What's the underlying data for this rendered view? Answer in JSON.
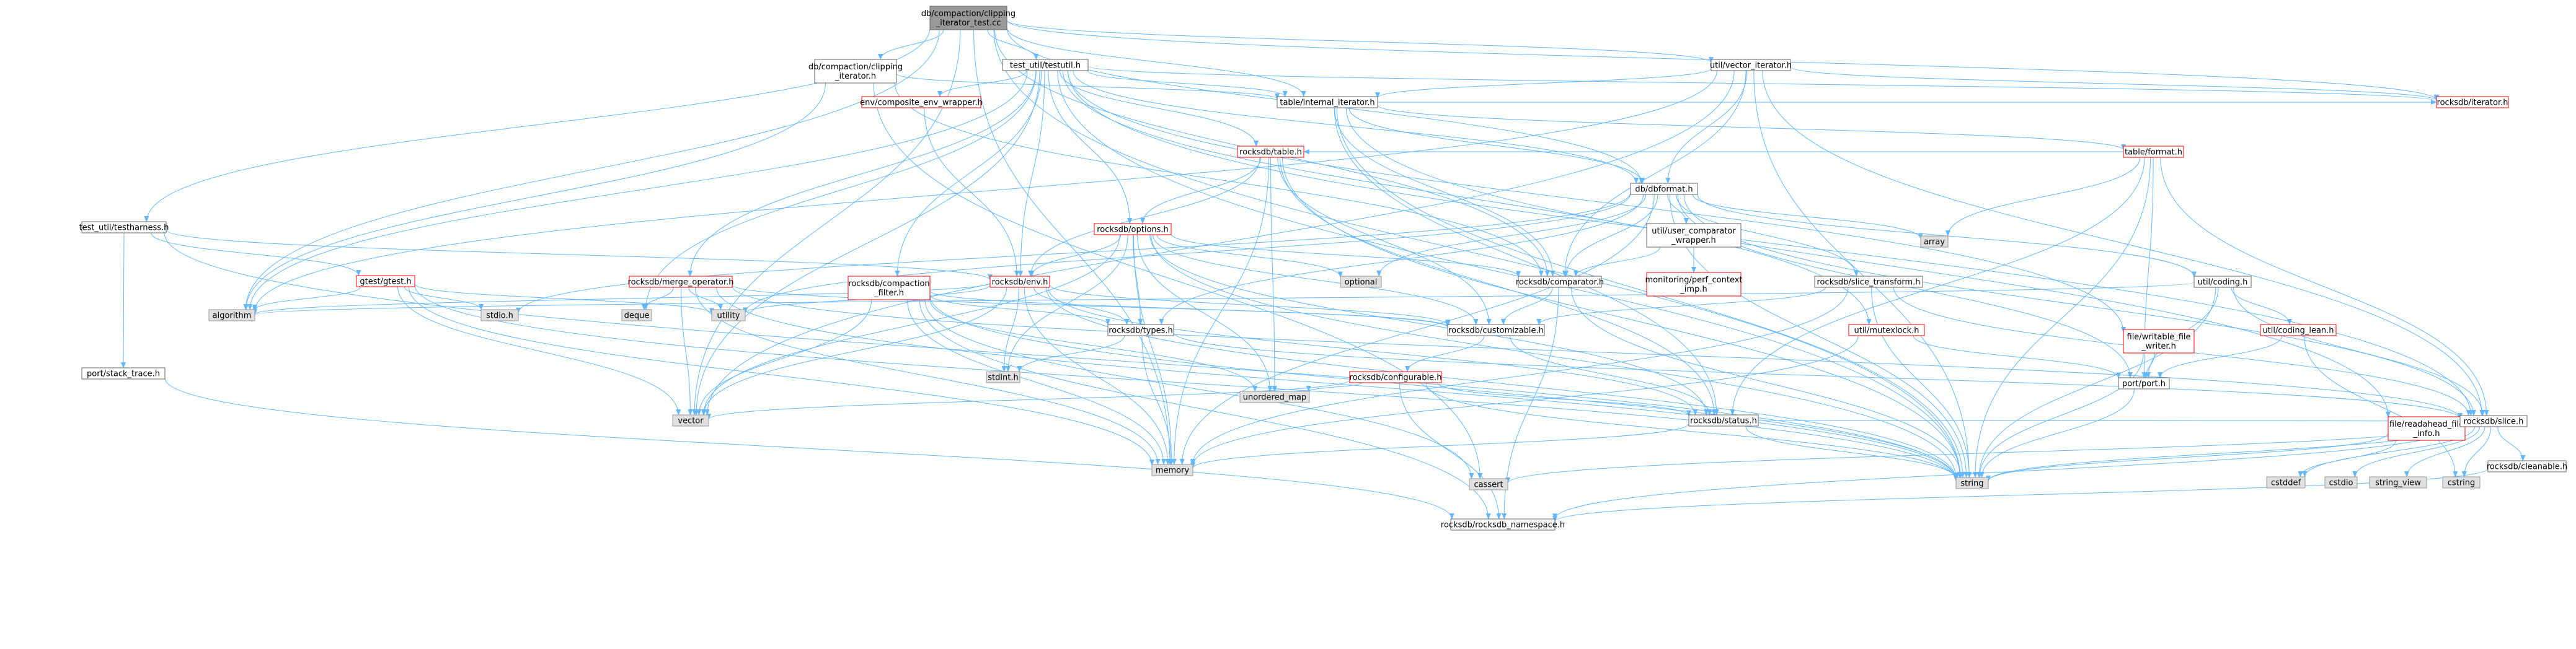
{
  "colors": {
    "edge": "#63B8FF",
    "root_fill": "#999999",
    "root_border": "#666666",
    "normal_fill": "#ffffff",
    "normal_border": "#666666",
    "truncated_border": "#ff0000",
    "system_fill": "#e0e0e0",
    "system_border": "#999999"
  },
  "nodes": [
    {
      "id": "root",
      "label": "db/compaction/clipping\n_iterator_test.cc",
      "kind": "root"
    },
    {
      "id": "clip_iter",
      "label": "db/compaction/clipping\n_iterator.h",
      "kind": "normal"
    },
    {
      "id": "testutil",
      "label": "test_util/testutil.h",
      "kind": "normal"
    },
    {
      "id": "vector_iterator",
      "label": "util/vector_iterator.h",
      "kind": "normal"
    },
    {
      "id": "testharness",
      "label": "test_util/testharness.h",
      "kind": "normal"
    },
    {
      "id": "comp_env",
      "label": "env/composite_env_wrapper.h",
      "kind": "truncated"
    },
    {
      "id": "internal_iter",
      "label": "table/internal_iterator.h",
      "kind": "normal"
    },
    {
      "id": "rdb_iterator",
      "label": "rocksdb/iterator.h",
      "kind": "truncated"
    },
    {
      "id": "table_format",
      "label": "table/format.h",
      "kind": "truncated"
    },
    {
      "id": "rdb_table",
      "label": "rocksdb/table.h",
      "kind": "truncated"
    },
    {
      "id": "dbformat",
      "label": "db/dbformat.h",
      "kind": "normal"
    },
    {
      "id": "rdb_options",
      "label": "rocksdb/options.h",
      "kind": "truncated"
    },
    {
      "id": "user_comp",
      "label": "util/user_comparator\n_wrapper.h",
      "kind": "normal"
    },
    {
      "id": "perf_ctx",
      "label": "monitoring/perf_context\n_imp.h",
      "kind": "truncated"
    },
    {
      "id": "gtest",
      "label": "gtest/gtest.h",
      "kind": "truncated"
    },
    {
      "id": "merge_op",
      "label": "rocksdb/merge_operator.h",
      "kind": "truncated"
    },
    {
      "id": "comp_filter",
      "label": "rocksdb/compaction\n_filter.h",
      "kind": "truncated"
    },
    {
      "id": "rdb_env",
      "label": "rocksdb/env.h",
      "kind": "truncated"
    },
    {
      "id": "rdb_comparator",
      "label": "rocksdb/comparator.h",
      "kind": "normal"
    },
    {
      "id": "slice_transform",
      "label": "rocksdb/slice_transform.h",
      "kind": "normal"
    },
    {
      "id": "coding",
      "label": "util/coding.h",
      "kind": "normal"
    },
    {
      "id": "stack_trace",
      "label": "port/stack_trace.h",
      "kind": "normal"
    },
    {
      "id": "rdb_types",
      "label": "rocksdb/types.h",
      "kind": "normal"
    },
    {
      "id": "customizable",
      "label": "rocksdb/customizable.h",
      "kind": "normal"
    },
    {
      "id": "mutexlock",
      "label": "util/mutexlock.h",
      "kind": "truncated"
    },
    {
      "id": "writable_file",
      "label": "file/writable_file\n_writer.h",
      "kind": "truncated"
    },
    {
      "id": "coding_lean",
      "label": "util/coding_lean.h",
      "kind": "truncated"
    },
    {
      "id": "configurable",
      "label": "rocksdb/configurable.h",
      "kind": "truncated"
    },
    {
      "id": "port",
      "label": "port/port.h",
      "kind": "normal"
    },
    {
      "id": "rdb_status",
      "label": "rocksdb/status.h",
      "kind": "normal"
    },
    {
      "id": "readahead",
      "label": "file/readahead_file\n_info.h",
      "kind": "truncated"
    },
    {
      "id": "rdb_slice",
      "label": "rocksdb/slice.h",
      "kind": "normal"
    },
    {
      "id": "cleanable",
      "label": "rocksdb/cleanable.h",
      "kind": "normal"
    },
    {
      "id": "rdb_ns",
      "label": "rocksdb/rocksdb_namespace.h",
      "kind": "normal"
    },
    {
      "id": "algorithm",
      "label": "algorithm",
      "kind": "system"
    },
    {
      "id": "stdio_h",
      "label": "stdio.h",
      "kind": "system"
    },
    {
      "id": "utility",
      "label": "utility",
      "kind": "system"
    },
    {
      "id": "deque",
      "label": "deque",
      "kind": "system"
    },
    {
      "id": "optional",
      "label": "optional",
      "kind": "system"
    },
    {
      "id": "array",
      "label": "array",
      "kind": "system"
    },
    {
      "id": "stdint_h",
      "label": "stdint.h",
      "kind": "system"
    },
    {
      "id": "vector",
      "label": "vector",
      "kind": "system"
    },
    {
      "id": "unordered_map",
      "label": "unordered_map",
      "kind": "system"
    },
    {
      "id": "memory",
      "label": "memory",
      "kind": "system"
    },
    {
      "id": "cassert",
      "label": "cassert",
      "kind": "system"
    },
    {
      "id": "string",
      "label": "string",
      "kind": "system"
    },
    {
      "id": "cstddef",
      "label": "cstddef",
      "kind": "system"
    },
    {
      "id": "cstdio",
      "label": "cstdio",
      "kind": "system"
    },
    {
      "id": "string_view",
      "label": "string_view",
      "kind": "system"
    },
    {
      "id": "cstring",
      "label": "cstring",
      "kind": "system"
    }
  ],
  "edges": [
    [
      "root",
      "clip_iter"
    ],
    [
      "root",
      "testutil"
    ],
    [
      "root",
      "vector_iterator"
    ],
    [
      "root",
      "testharness"
    ],
    [
      "root",
      "algorithm"
    ],
    [
      "root",
      "vector"
    ],
    [
      "root",
      "memory"
    ],
    [
      "root",
      "rdb_comparator"
    ],
    [
      "root",
      "rdb_iterator"
    ],
    [
      "root",
      "internal_iter"
    ],
    [
      "root",
      "dbformat"
    ],
    [
      "root",
      "string"
    ],
    [
      "clip_iter",
      "internal_iter"
    ],
    [
      "clip_iter",
      "rdb_comparator"
    ],
    [
      "clip_iter",
      "cassert"
    ],
    [
      "clip_iter",
      "algorithm"
    ],
    [
      "testutil",
      "comp_env"
    ],
    [
      "testutil",
      "internal_iter"
    ],
    [
      "testutil",
      "rdb_iterator"
    ],
    [
      "testutil",
      "rdb_table"
    ],
    [
      "testutil",
      "rdb_options"
    ],
    [
      "testutil",
      "rdb_env"
    ],
    [
      "testutil",
      "merge_op"
    ],
    [
      "testutil",
      "comp_filter"
    ],
    [
      "testutil",
      "rdb_slice"
    ],
    [
      "testutil",
      "writable_file"
    ],
    [
      "testutil",
      "mutexlock"
    ],
    [
      "testutil",
      "dbformat"
    ],
    [
      "testutil",
      "algorithm"
    ],
    [
      "testutil",
      "deque"
    ],
    [
      "testutil",
      "string"
    ],
    [
      "testutil",
      "vector"
    ],
    [
      "vector_iterator",
      "internal_iter"
    ],
    [
      "vector_iterator",
      "dbformat"
    ],
    [
      "vector_iterator",
      "rdb_comparator"
    ],
    [
      "vector_iterator",
      "rdb_iterator"
    ],
    [
      "vector_iterator",
      "rdb_slice"
    ],
    [
      "vector_iterator",
      "algorithm"
    ],
    [
      "vector_iterator",
      "string"
    ],
    [
      "vector_iterator",
      "vector"
    ],
    [
      "testharness",
      "gtest"
    ],
    [
      "testharness",
      "stack_trace"
    ],
    [
      "testharness",
      "rdb_env"
    ],
    [
      "testharness",
      "string"
    ],
    [
      "comp_env",
      "rdb_env"
    ],
    [
      "internal_iter",
      "table_format"
    ],
    [
      "internal_iter",
      "rdb_iterator"
    ],
    [
      "internal_iter",
      "dbformat"
    ],
    [
      "internal_iter",
      "rdb_comparator"
    ],
    [
      "internal_iter",
      "rdb_status"
    ],
    [
      "internal_iter",
      "readahead"
    ],
    [
      "internal_iter",
      "string"
    ],
    [
      "table_format",
      "rdb_table"
    ],
    [
      "table_format",
      "array"
    ],
    [
      "table_format",
      "rdb_status"
    ],
    [
      "table_format",
      "rdb_slice"
    ],
    [
      "table_format",
      "port"
    ],
    [
      "table_format",
      "string"
    ],
    [
      "rdb_table",
      "rdb_options"
    ],
    [
      "rdb_table",
      "rdb_env"
    ],
    [
      "rdb_table",
      "customizable"
    ],
    [
      "rdb_table",
      "rdb_status"
    ],
    [
      "rdb_table",
      "memory"
    ],
    [
      "rdb_table",
      "string"
    ],
    [
      "rdb_table",
      "unordered_map"
    ],
    [
      "dbformat",
      "stdio_h"
    ],
    [
      "dbformat",
      "array"
    ],
    [
      "dbformat",
      "optional"
    ],
    [
      "dbformat",
      "user_comp"
    ],
    [
      "dbformat",
      "rdb_comparator"
    ],
    [
      "dbformat",
      "slice_transform"
    ],
    [
      "dbformat",
      "coding"
    ],
    [
      "dbformat",
      "rdb_types"
    ],
    [
      "dbformat",
      "rdb_slice"
    ],
    [
      "dbformat",
      "port"
    ],
    [
      "dbformat",
      "utility"
    ],
    [
      "dbformat",
      "string"
    ],
    [
      "dbformat",
      "memory"
    ],
    [
      "user_comp",
      "perf_ctx"
    ],
    [
      "user_comp",
      "rdb_comparator"
    ],
    [
      "rdb_options",
      "optional"
    ],
    [
      "rdb_options",
      "rdb_comparator"
    ],
    [
      "rdb_options",
      "rdb_env"
    ],
    [
      "rdb_options",
      "rdb_types"
    ],
    [
      "rdb_options",
      "customizable"
    ],
    [
      "rdb_options",
      "stdint_h"
    ],
    [
      "rdb_options",
      "memory"
    ],
    [
      "rdb_options",
      "string"
    ],
    [
      "rdb_options",
      "unordered_map"
    ],
    [
      "rdb_options",
      "vector"
    ],
    [
      "rdb_options",
      "rdb_status"
    ],
    [
      "gtest",
      "algorithm"
    ],
    [
      "gtest",
      "stdio_h"
    ],
    [
      "gtest",
      "utility"
    ],
    [
      "gtest",
      "vector"
    ],
    [
      "gtest",
      "memory"
    ],
    [
      "gtest",
      "string"
    ],
    [
      "merge_op",
      "utility"
    ],
    [
      "merge_op",
      "deque"
    ],
    [
      "merge_op",
      "vector"
    ],
    [
      "merge_op",
      "memory"
    ],
    [
      "merge_op",
      "string"
    ],
    [
      "merge_op",
      "customizable"
    ],
    [
      "merge_op",
      "rdb_slice"
    ],
    [
      "comp_filter",
      "customizable"
    ],
    [
      "comp_filter",
      "rdb_types"
    ],
    [
      "comp_filter",
      "rdb_ns"
    ],
    [
      "comp_filter",
      "cassert"
    ],
    [
      "comp_filter",
      "vector"
    ],
    [
      "comp_filter",
      "memory"
    ],
    [
      "comp_filter",
      "string"
    ],
    [
      "comp_filter",
      "unordered_map"
    ],
    [
      "rdb_env",
      "algorithm"
    ],
    [
      "rdb_env",
      "utility"
    ],
    [
      "rdb_env",
      "rdb_types"
    ],
    [
      "rdb_env",
      "customizable"
    ],
    [
      "rdb_env",
      "stdint_h"
    ],
    [
      "rdb_env",
      "vector"
    ],
    [
      "rdb_env",
      "memory"
    ],
    [
      "rdb_env",
      "string"
    ],
    [
      "rdb_env",
      "rdb_status"
    ],
    [
      "rdb_comparator",
      "customizable"
    ],
    [
      "rdb_comparator",
      "rdb_ns"
    ],
    [
      "rdb_comparator",
      "string"
    ],
    [
      "slice_transform",
      "customizable"
    ],
    [
      "slice_transform",
      "rdb_slice"
    ],
    [
      "slice_transform",
      "memory"
    ],
    [
      "slice_transform",
      "string"
    ],
    [
      "coding",
      "algorithm"
    ],
    [
      "coding",
      "string"
    ],
    [
      "coding",
      "rdb_slice"
    ],
    [
      "coding",
      "port"
    ],
    [
      "coding",
      "coding_lean"
    ],
    [
      "stack_trace",
      "rdb_ns"
    ],
    [
      "rdb_types",
      "stdint_h"
    ],
    [
      "rdb_types",
      "memory"
    ],
    [
      "rdb_types",
      "rdb_slice"
    ],
    [
      "customizable",
      "configurable"
    ],
    [
      "customizable",
      "rdb_status"
    ],
    [
      "mutexlock",
      "port"
    ],
    [
      "mutexlock",
      "memory"
    ],
    [
      "writable_file",
      "port"
    ],
    [
      "writable_file",
      "string"
    ],
    [
      "coding_lean",
      "port"
    ],
    [
      "coding_lean",
      "cstring"
    ],
    [
      "configurable",
      "vector"
    ],
    [
      "configurable",
      "unordered_map"
    ],
    [
      "configurable",
      "rdb_status"
    ],
    [
      "configurable",
      "string"
    ],
    [
      "configurable",
      "rdb_ns"
    ],
    [
      "port",
      "string"
    ],
    [
      "rdb_status",
      "memory"
    ],
    [
      "rdb_status",
      "string"
    ],
    [
      "rdb_status",
      "rdb_slice"
    ],
    [
      "readahead",
      "string"
    ],
    [
      "readahead",
      "cstddef"
    ],
    [
      "rdb_slice",
      "cassert"
    ],
    [
      "rdb_slice",
      "cstddef"
    ],
    [
      "rdb_slice",
      "cstdio"
    ],
    [
      "rdb_slice",
      "cstring"
    ],
    [
      "rdb_slice",
      "string"
    ],
    [
      "rdb_slice",
      "string_view"
    ],
    [
      "rdb_slice",
      "cleanable"
    ],
    [
      "rdb_slice",
      "rdb_ns"
    ],
    [
      "cleanable",
      "rdb_ns"
    ]
  ]
}
